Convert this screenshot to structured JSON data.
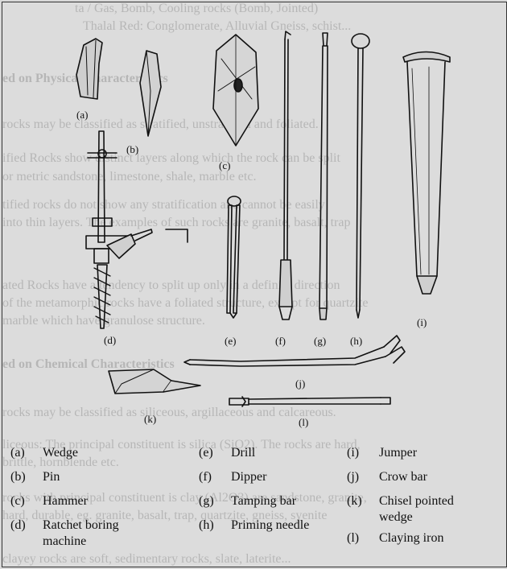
{
  "background_lines": [
    "ta / Gas, Bomb, Cooling rocks (Bomb, Jointed)",
    "Thalal Red: Conglomerate, Alluvial Gneiss, schist...",
    "ed on Physical Characteristics",
    "rocks may be classified as stratified, unstratified and foliated.",
    "ified Rocks show distinct layers along which the rock can be split",
    "or metric sandstone, limestone, shale, marble etc.",
    "tified rocks do not show any stratification and cannot be easily",
    "into thin layers. The examples of such rocks are granite, basalt, trap",
    "ated Rocks have a tendency to split up only in a definite direction",
    "of the metamorphic rocks have a foliated structure, except for quartzite",
    "marble which have granulose structure.",
    "ed on Chemical Characteristics",
    "rocks may be classified as siliceous, argillaceous and calcareous.",
    "liceous: The principal constituent is silica (SiO2). The rocks are hard,",
    "brittle, hornblende etc.",
    "rocks with principal constituent is clay (Al2O3) are sandstone, granite,",
    "hard, durable, eg. granite, basalt, trap, quartzite, gneiss, syenite",
    "clayey rocks are soft, sedimentary rocks, slate, laterite..."
  ],
  "figure_labels": {
    "a": "(a)",
    "b": "(b)",
    "c": "(c)",
    "d": "(d)",
    "e": "(e)",
    "f": "(f)",
    "g": "(g)",
    "h": "(h)",
    "i": "(i)",
    "j": "(j)",
    "k": "(k)",
    "l": "(l)"
  },
  "legend": {
    "a": {
      "key": "(a)",
      "name": "Wedge"
    },
    "b": {
      "key": "(b)",
      "name": "Pin"
    },
    "c": {
      "key": "(c)",
      "name": "Hammer"
    },
    "d": {
      "key": "(d)",
      "name": "Ratchet boring",
      "name2": "machine"
    },
    "e": {
      "key": "(e)",
      "name": "Drill"
    },
    "f": {
      "key": "(f)",
      "name": "Dipper"
    },
    "g": {
      "key": "(g)",
      "name": "Tamping bar"
    },
    "h": {
      "key": "(h)",
      "name": "Priming needle"
    },
    "i": {
      "key": "(i)",
      "name": "Jumper"
    },
    "j": {
      "key": "(j)",
      "name": "Crow bar"
    },
    "k": {
      "key": "(k)",
      "name": "Chisel pointed",
      "name2": "wedge"
    },
    "l": {
      "key": "(l)",
      "name": "Claying iron"
    }
  }
}
